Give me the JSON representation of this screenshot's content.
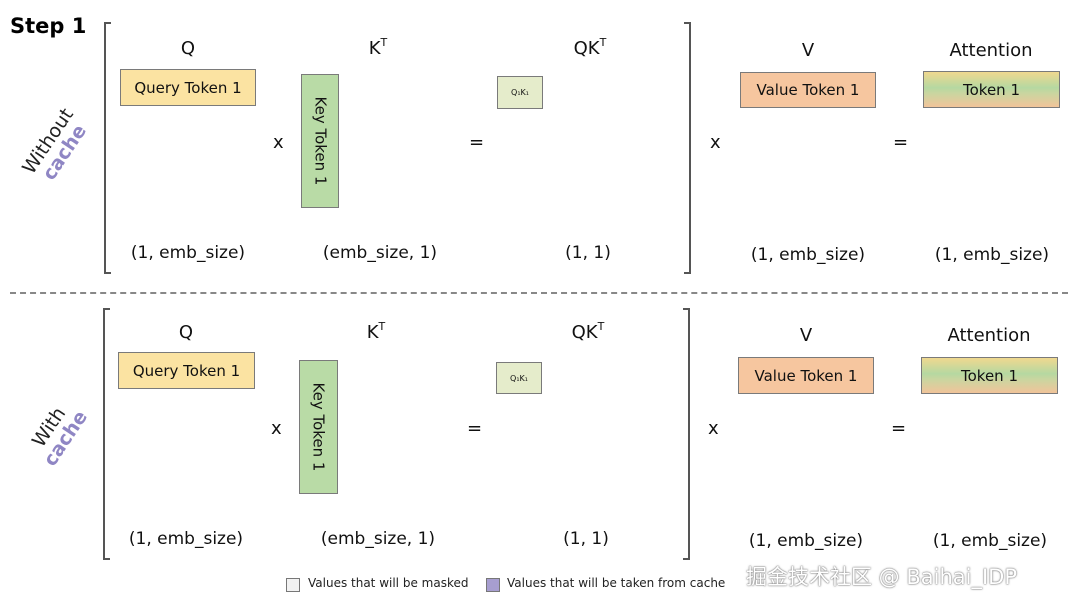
{
  "title": "Step 1",
  "sections": [
    {
      "id": "without-cache",
      "label_plain": "Without",
      "label_accent": "cache",
      "headers": {
        "q": "Q",
        "k": "K",
        "k_sup": "T",
        "qk": "QK",
        "qk_sup": "T",
        "v": "V",
        "attn": "Attention"
      },
      "tokens": {
        "query": "Query Token 1",
        "key": "Key Token 1",
        "qk": "Q₁K₁",
        "value": "Value Token 1",
        "attn": "Token 1"
      },
      "ops": {
        "mul1": "x",
        "eq1": "=",
        "mul2": "x",
        "eq2": "="
      },
      "dims": {
        "q": "(1, emb_size)",
        "k": "(emb_size, 1)",
        "qk": "(1, 1)",
        "v": "(1, emb_size)",
        "attn": "(1, emb_size)"
      }
    },
    {
      "id": "with-cache",
      "label_plain": "With",
      "label_accent": "cache",
      "headers": {
        "q": "Q",
        "k": "K",
        "k_sup": "T",
        "qk": "QK",
        "qk_sup": "T",
        "v": "V",
        "attn": "Attention"
      },
      "tokens": {
        "query": "Query Token 1",
        "key": "Key Token 1",
        "qk": "Q₁K₁",
        "value": "Value Token 1",
        "attn": "Token 1"
      },
      "ops": {
        "mul1": "x",
        "eq1": "=",
        "mul2": "x",
        "eq2": "="
      },
      "dims": {
        "q": "(1, emb_size)",
        "k": "(emb_size, 1)",
        "qk": "(1, 1)",
        "v": "(1, emb_size)",
        "attn": "(1, emb_size)"
      }
    }
  ],
  "legend": {
    "masked": "Values that will be masked",
    "cached": "Values that will be taken from cache",
    "masked_color": "#f2f2f2",
    "cached_color": "#a79ed0"
  },
  "watermark": "掘金技术社区 @ Baihai_IDP",
  "colors": {
    "query": "#fbe3a2",
    "key": "#b9dba6",
    "value": "#f6c69f",
    "qk": "#e5eccb",
    "accent": "#8f86c4"
  }
}
